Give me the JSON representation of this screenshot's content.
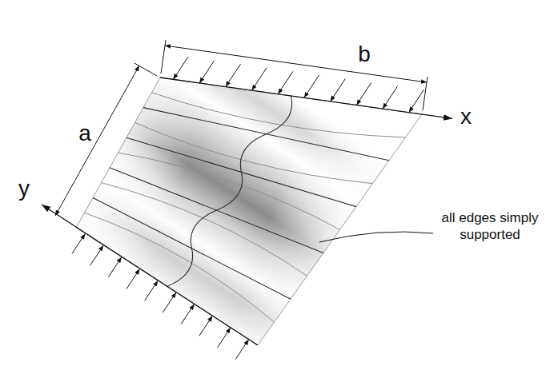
{
  "diagram": {
    "labels": [
      "b",
      "x",
      "a",
      "all edges simply supported",
      "y"
    ]
  }
}
